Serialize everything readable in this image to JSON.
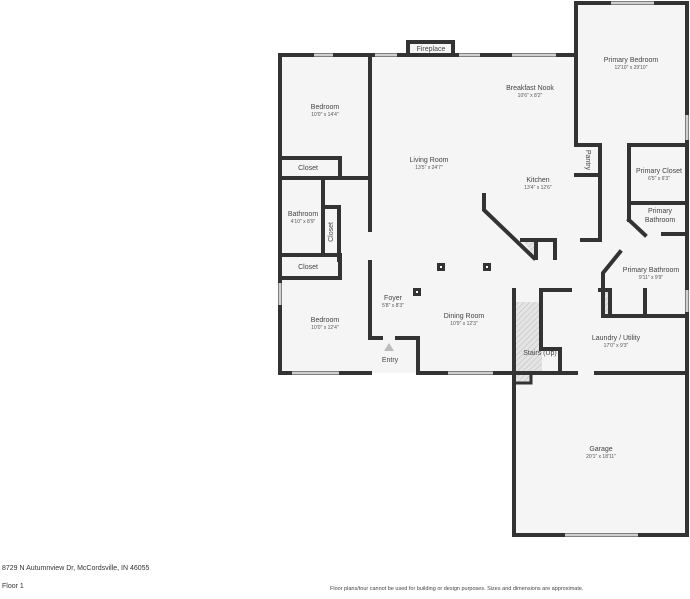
{
  "footer": {
    "address": "8729 N Autumnview Dr, McCordsville, IN 46055",
    "floor": "Floor 1",
    "disclaimer": "Floor plans/tour cannot be used for building or design purposes. Sizes and dimensions are approximate."
  },
  "rooms": {
    "fireplace": {
      "name": "Fireplace"
    },
    "bedroom_top": {
      "name": "Bedroom",
      "dims": "10'0\" x 14'4\""
    },
    "closet_top": {
      "name": "Closet"
    },
    "bathroom": {
      "name": "Bathroom",
      "dims": "4'10\" x 8'9\""
    },
    "closet_vertical": {
      "name": "Closet"
    },
    "closet_mid": {
      "name": "Closet"
    },
    "bedroom_bottom": {
      "name": "Bedroom",
      "dims": "10'0\" x 12'4\""
    },
    "living_room": {
      "name": "Living Room",
      "dims": "13'5\" x 24'7\""
    },
    "breakfast_nook": {
      "name": "Breakfast Nook",
      "dims": "10'6\" x 8'2\""
    },
    "kitchen": {
      "name": "Kitchen",
      "dims": "13'4\" x 12'6\""
    },
    "pantry": {
      "name": "Pantry"
    },
    "primary_bedroom": {
      "name": "Primary Bedroom",
      "dims": "12'10\" x 29'10\""
    },
    "primary_closet": {
      "name": "Primary Closet",
      "dims": "6'5\" x 6'3\""
    },
    "primary_bathroom_small": {
      "name_line1": "Primary",
      "name_line2": "Bathroom"
    },
    "primary_bathroom": {
      "name": "Primary Bathroom",
      "dims": "9'11\" x 9'9\""
    },
    "foyer": {
      "name": "Foyer",
      "dims": "5'8\" x 8'3\""
    },
    "dining_room": {
      "name": "Dining Room",
      "dims": "10'9\" x 12'3\""
    },
    "stairs": {
      "name": "Stairs (Up)"
    },
    "laundry": {
      "name": "Laundry / Utility",
      "dims": "17'0\" x 9'3\""
    },
    "garage": {
      "name": "Garage",
      "dims": "20'1\" x 18'11\""
    },
    "entry": {
      "name": "Entry"
    }
  },
  "colors": {
    "wall": "#333333",
    "floor": "#f5f5f5",
    "window": "#cfcfcf"
  }
}
